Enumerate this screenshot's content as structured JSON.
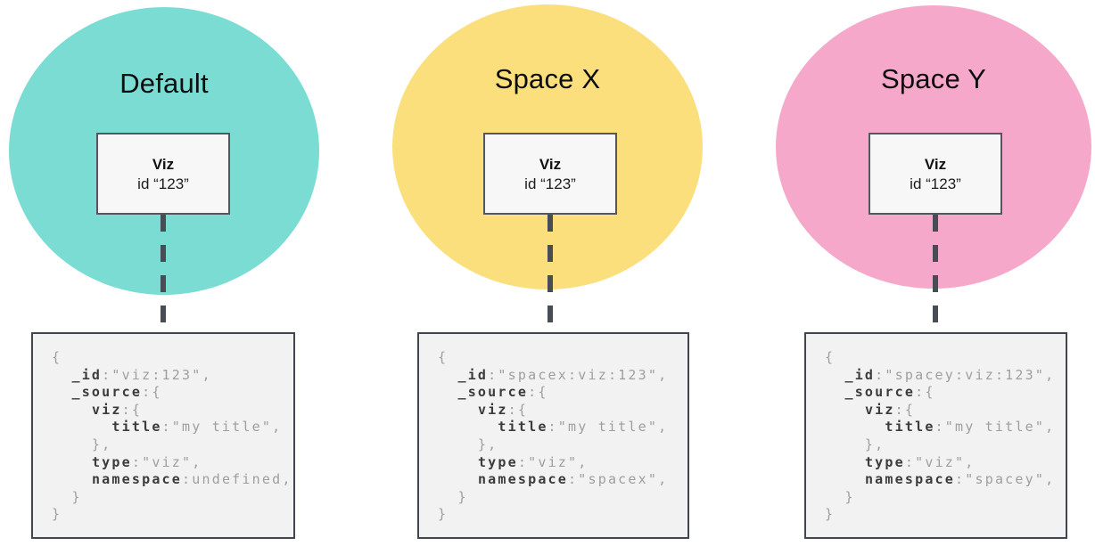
{
  "columns": [
    {
      "id": "default",
      "space_label": "Default",
      "circle_color": "#7adcd2",
      "viz_node": {
        "name": "Viz",
        "id_line": "id “123”"
      },
      "document": {
        "lines": [
          [
            {
              "c": "p",
              "t": "{"
            }
          ],
          [
            {
              "c": "p",
              "t": "  "
            },
            {
              "c": "k",
              "t": "_id"
            },
            {
              "c": "p",
              "t": ":\"viz:123\","
            }
          ],
          [
            {
              "c": "p",
              "t": "  "
            },
            {
              "c": "k",
              "t": "_source"
            },
            {
              "c": "p",
              "t": ":{"
            }
          ],
          [
            {
              "c": "p",
              "t": "    "
            },
            {
              "c": "k",
              "t": "viz"
            },
            {
              "c": "p",
              "t": ":{"
            }
          ],
          [
            {
              "c": "p",
              "t": "      "
            },
            {
              "c": "k",
              "t": "title"
            },
            {
              "c": "p",
              "t": ":\"my title\","
            }
          ],
          [
            {
              "c": "p",
              "t": "    },"
            }
          ],
          [
            {
              "c": "p",
              "t": "    "
            },
            {
              "c": "k",
              "t": "type"
            },
            {
              "c": "p",
              "t": ":\"viz\","
            }
          ],
          [
            {
              "c": "p",
              "t": "    "
            },
            {
              "c": "k",
              "t": "namespace"
            },
            {
              "c": "p",
              "t": ":undefined,"
            }
          ],
          [
            {
              "c": "p",
              "t": "  }"
            }
          ],
          [
            {
              "c": "p",
              "t": "}"
            }
          ]
        ]
      }
    },
    {
      "id": "spacex",
      "space_label": "Space X",
      "circle_color": "#fbdf7d",
      "viz_node": {
        "name": "Viz",
        "id_line": "id “123”"
      },
      "document": {
        "lines": [
          [
            {
              "c": "p",
              "t": "{"
            }
          ],
          [
            {
              "c": "p",
              "t": "  "
            },
            {
              "c": "k",
              "t": "_id"
            },
            {
              "c": "p",
              "t": ":\"spacex:viz:123\","
            }
          ],
          [
            {
              "c": "p",
              "t": "  "
            },
            {
              "c": "k",
              "t": "_source"
            },
            {
              "c": "p",
              "t": ":{"
            }
          ],
          [
            {
              "c": "p",
              "t": "    "
            },
            {
              "c": "k",
              "t": "viz"
            },
            {
              "c": "p",
              "t": ":{"
            }
          ],
          [
            {
              "c": "p",
              "t": "      "
            },
            {
              "c": "k",
              "t": "title"
            },
            {
              "c": "p",
              "t": ":\"my title\","
            }
          ],
          [
            {
              "c": "p",
              "t": "    },"
            }
          ],
          [
            {
              "c": "p",
              "t": "    "
            },
            {
              "c": "k",
              "t": "type"
            },
            {
              "c": "p",
              "t": ":\"viz\","
            }
          ],
          [
            {
              "c": "p",
              "t": "    "
            },
            {
              "c": "k",
              "t": "namespace"
            },
            {
              "c": "p",
              "t": ":\"spacex\","
            }
          ],
          [
            {
              "c": "p",
              "t": "  }"
            }
          ],
          [
            {
              "c": "p",
              "t": "}"
            }
          ]
        ]
      }
    },
    {
      "id": "spacey",
      "space_label": "Space Y",
      "circle_color": "#f6a8cb",
      "viz_node": {
        "name": "Viz",
        "id_line": "id “123”"
      },
      "document": {
        "lines": [
          [
            {
              "c": "p",
              "t": "{"
            }
          ],
          [
            {
              "c": "p",
              "t": "  "
            },
            {
              "c": "k",
              "t": "_id"
            },
            {
              "c": "p",
              "t": ":\"spacey:viz:123\","
            }
          ],
          [
            {
              "c": "p",
              "t": "  "
            },
            {
              "c": "k",
              "t": "_source"
            },
            {
              "c": "p",
              "t": ":{"
            }
          ],
          [
            {
              "c": "p",
              "t": "    "
            },
            {
              "c": "k",
              "t": "viz"
            },
            {
              "c": "p",
              "t": ":{"
            }
          ],
          [
            {
              "c": "p",
              "t": "      "
            },
            {
              "c": "k",
              "t": "title"
            },
            {
              "c": "p",
              "t": ":\"my title\","
            }
          ],
          [
            {
              "c": "p",
              "t": "    },"
            }
          ],
          [
            {
              "c": "p",
              "t": "    "
            },
            {
              "c": "k",
              "t": "type"
            },
            {
              "c": "p",
              "t": ":\"viz\","
            }
          ],
          [
            {
              "c": "p",
              "t": "    "
            },
            {
              "c": "k",
              "t": "namespace"
            },
            {
              "c": "p",
              "t": ":\"spacey\","
            }
          ],
          [
            {
              "c": "p",
              "t": "  }"
            }
          ],
          [
            {
              "c": "p",
              "t": "}"
            }
          ]
        ]
      }
    }
  ],
  "colors": {
    "default_circle": "#7adcd2",
    "spacex_circle": "#fbdf7d",
    "spacey_circle": "#f6a8cb",
    "connector": "#474c55",
    "code_key": "#3b3b3b",
    "code_value": "#9e9e9e"
  }
}
